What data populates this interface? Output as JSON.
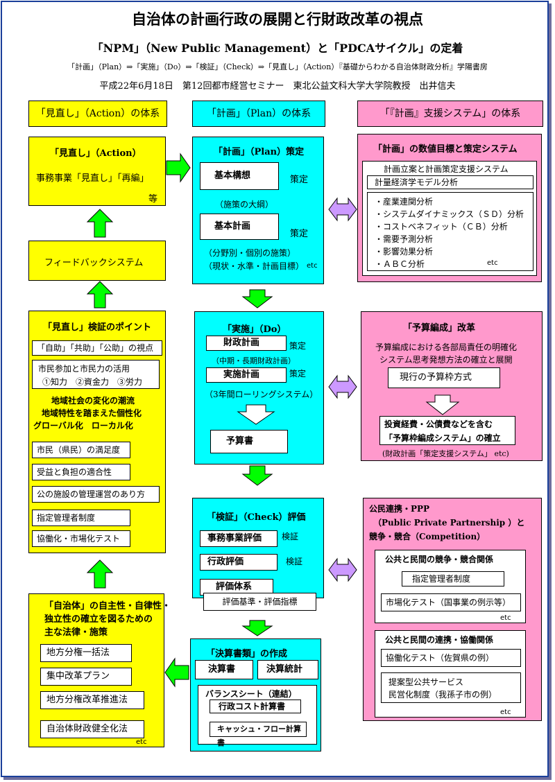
{
  "header": {
    "title": "自治体の計画行政の展開と行財政改革の視点",
    "subtitle": "「NPM」（New Public Management）と「PDCAサイクル」の定着",
    "flow_line": "「計画」（Plan）⇒「実施」（Do）⇒「検証」（Check）⇒「見直し」（Action）『基礎からわかる自治体財政分析』学陽書房",
    "seminar": "平成22年6月18日　第12回都市経営セミナー　東北公益文科大学大学院教授　出井信夫"
  },
  "columns": {
    "action": "「見直し」（Action）の体系",
    "plan": "「計画」（Plan）の体系",
    "support": "「『計画』支援システム」の体系"
  },
  "action_box": {
    "title": "「見直し」（Action）",
    "line": "事務事業「見直し」「再編」",
    "etc": "等"
  },
  "feedback": {
    "label": "フィードバックシステム"
  },
  "check_points": {
    "title": "「見直し」検証のポイント",
    "viewpoint": "「自助」「共助」「公助」の視点",
    "participation1": "市民参加と市民力の活用",
    "participation2": "①知力　②資金力　③労力",
    "bold1": "地域社会の変化の潮流",
    "bold2": "地域特性を踏まえた個性化",
    "bold3": "グローバル化　ローカル化",
    "items": [
      "市民（県民）の満足度",
      "受益と負担の適合性",
      "公の施設の管理運営のあり方",
      "指定管理者制度",
      "協働化・市場化テスト"
    ]
  },
  "autonomy": {
    "title1": "「自治体」の自主性・自律性・",
    "title2": "独立性の確立を図るための",
    "title3": "主な法律・施策",
    "items": [
      "地方分権一括法",
      "集中改革プラン",
      "地方分権改革推進法",
      "自治体財政健全化法"
    ],
    "etc": "etc"
  },
  "plan_box": {
    "title": "「計画」（Plan）策定",
    "item1": "基本構想",
    "item1_note": "策定",
    "sub1": "（施策の大綱）",
    "item2": "基本計画",
    "item2_note": "策定",
    "sub2a": "（分野別・個別の施策）",
    "sub2b": "（現状・水準・計画目標）",
    "etc": "etc"
  },
  "do_box": {
    "title": "「実施」（Do）",
    "item1": "財政計画",
    "item1_note": "策定",
    "sub1": "（中期・長期財政計画）",
    "item2": "実施計画",
    "item2_note": "策定",
    "sub2": "（3年間ローリングシステム）",
    "item3": "予算書"
  },
  "check_box": {
    "title": "「検証」（Check）評価",
    "item1": "事務事業評価",
    "item1_note": "検証",
    "item2": "行政評価",
    "item2_note": "検証",
    "item3": "評価体系",
    "item4": "評価基準・評価指標"
  },
  "settlement": {
    "title": "「決算書類」の作成",
    "item1": "決算書",
    "item2": "決算統計",
    "bs": "バランスシート（連結）",
    "cost": "行政コスト計算書",
    "cash": "キャッシュ・フロー計算書"
  },
  "numeric_box": {
    "title": "「計画」の数値目標と策定システム",
    "line1": "計画立案と計画策定支援システム",
    "line2": "計量経済学モデル分析",
    "items": [
      "・産業連関分析",
      "・システムダイナミックス（ＳＤ）分析",
      "・コストベネフィット（ＣＢ）分析",
      "・需要予測分析",
      "・影響効果分析",
      "・ＡＢＣ分析"
    ],
    "etc": "etc"
  },
  "budget_box": {
    "title": "「予算編成」改革",
    "line1": "予算編成における各部局責任の明確化",
    "line2": "システム思考発想方法の確立と展開",
    "current": "現行の予算枠方式",
    "new1": "投資経費・公債費などを含む",
    "new2": "「予算枠編成システム」の確立",
    "note": "(財政計画「策定支援システム」 etc)"
  },
  "ppp_box": {
    "title1": "公民連携・PPP",
    "title2": "（Public Private Partnership ）と",
    "title3": "競争・競合（Competition）",
    "sub1_title": "公共と民間の競争・競合関係",
    "sub1_a": "指定管理者制度",
    "sub1_b": "市場化テスト（国事業の例示等）",
    "sub1_etc": "etc",
    "sub2_title": "公共と民間の連携・協働関係",
    "sub2_a": "協働化テスト（佐賀県の例）",
    "sub2_b1": "提案型公共サービス",
    "sub2_b2": "民営化制度（我孫子市の例）",
    "sub2_etc": "etc"
  },
  "colors": {
    "action": "#ffff00",
    "plan": "#00ffff",
    "support": "#ff99cc",
    "arrow": "#00ff00",
    "double_arrow": "#cc99ff"
  }
}
